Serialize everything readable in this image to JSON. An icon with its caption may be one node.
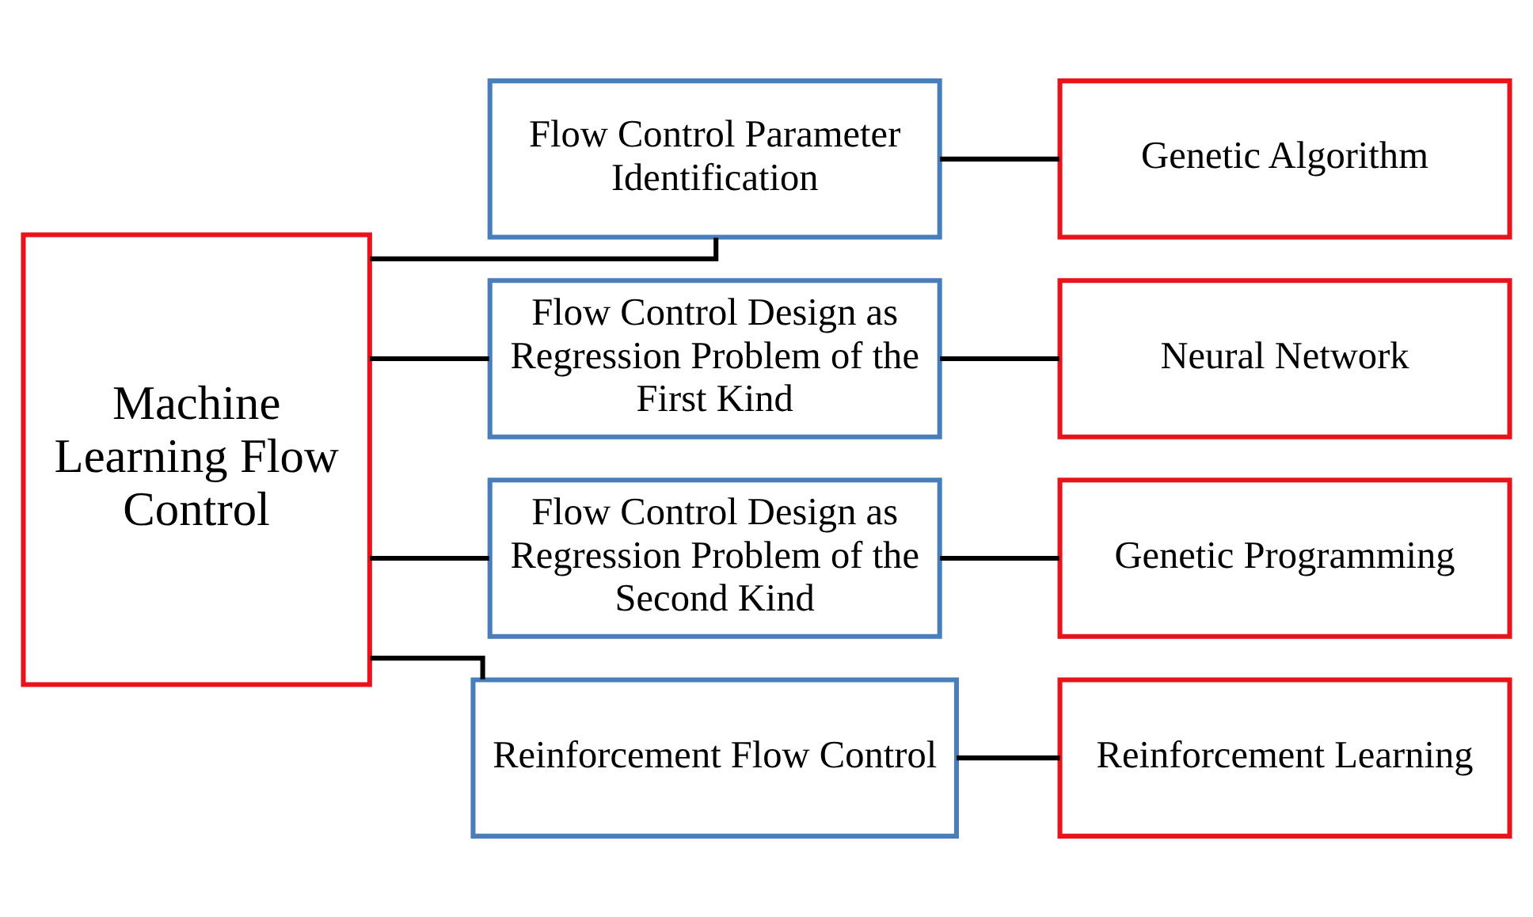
{
  "diagram": {
    "nodes": [
      {
        "text": [
          "Machine Learning Flow Control"
        ]
      },
      {
        "text": [
          "Flow Control Parameter Identification"
        ]
      },
      {
        "text": [
          "Flow Control Design as Regression Problem of the First Kind"
        ]
      },
      {
        "text": [
          "Flow Control Design as Regression Problem of the Second Kind"
        ]
      },
      {
        "text": [
          "Reinforcement Flow Control"
        ]
      },
      {
        "text": [
          "Genetic Algorithm"
        ]
      },
      {
        "text": [
          "Neural Network"
        ]
      },
      {
        "text": [
          "Genetic Programming"
        ]
      },
      {
        "text": [
          "Reinforcement Learning"
        ]
      }
    ],
    "edges": [
      {
        "from": 0,
        "to": 1,
        "arrow": "none"
      },
      {
        "from": 0,
        "to": 2,
        "arrow": "none"
      },
      {
        "from": 0,
        "to": 3,
        "arrow": "none"
      },
      {
        "from": 0,
        "to": 4,
        "arrow": "none"
      },
      {
        "from": 1,
        "to": 5,
        "arrow": "none"
      },
      {
        "from": 2,
        "to": 6,
        "arrow": "none"
      },
      {
        "from": 3,
        "to": 7,
        "arrow": "none"
      },
      {
        "from": 4,
        "to": 8,
        "arrow": "none"
      }
    ]
  }
}
